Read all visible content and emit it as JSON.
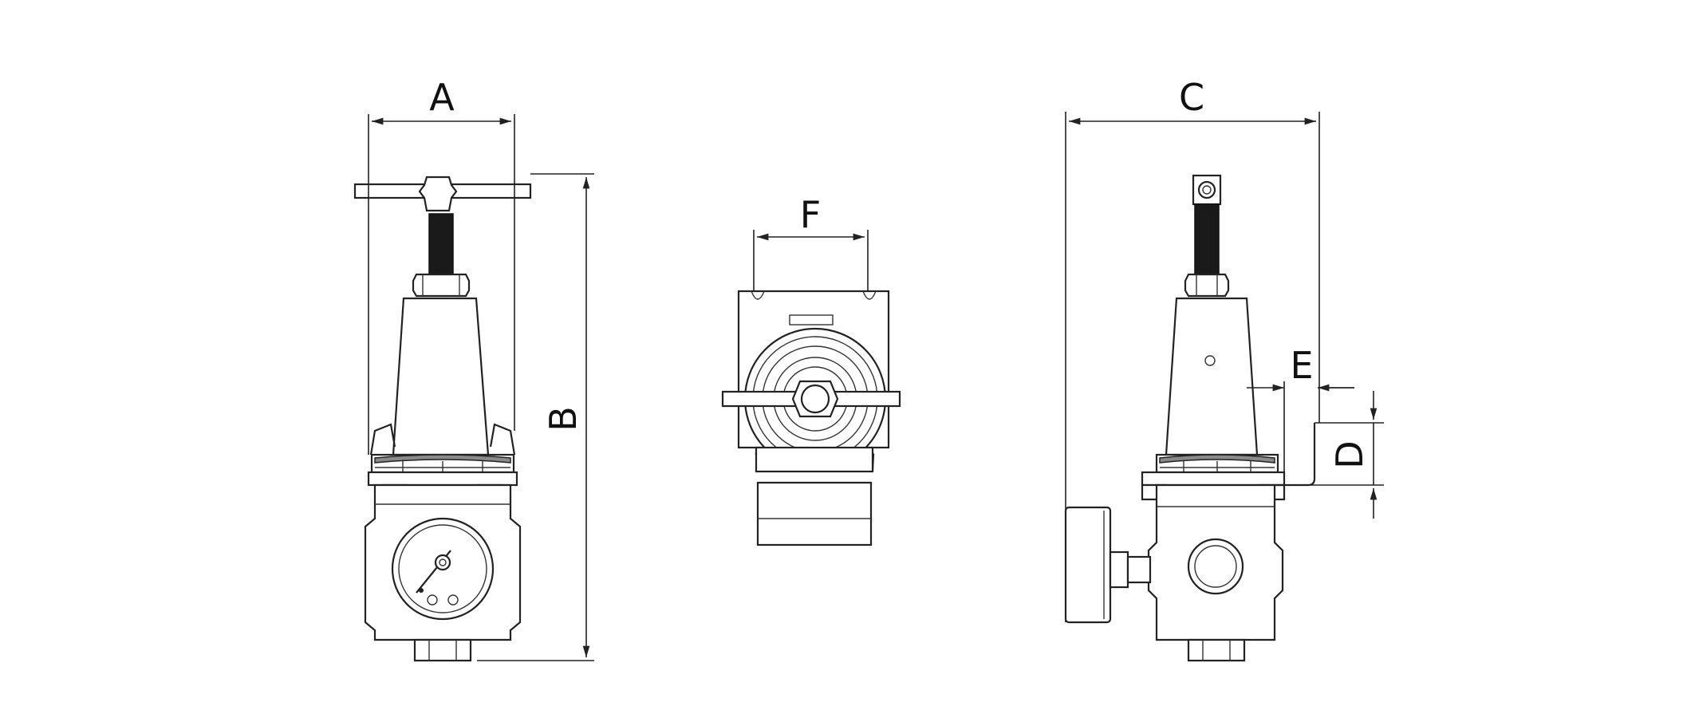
{
  "labels": {
    "A": "A",
    "B": "B",
    "C": "C",
    "D": "D",
    "E": "E",
    "F": "F"
  },
  "colors": {
    "line": "#222222",
    "background": "#ffffff",
    "knob": "#1a1a1a"
  }
}
